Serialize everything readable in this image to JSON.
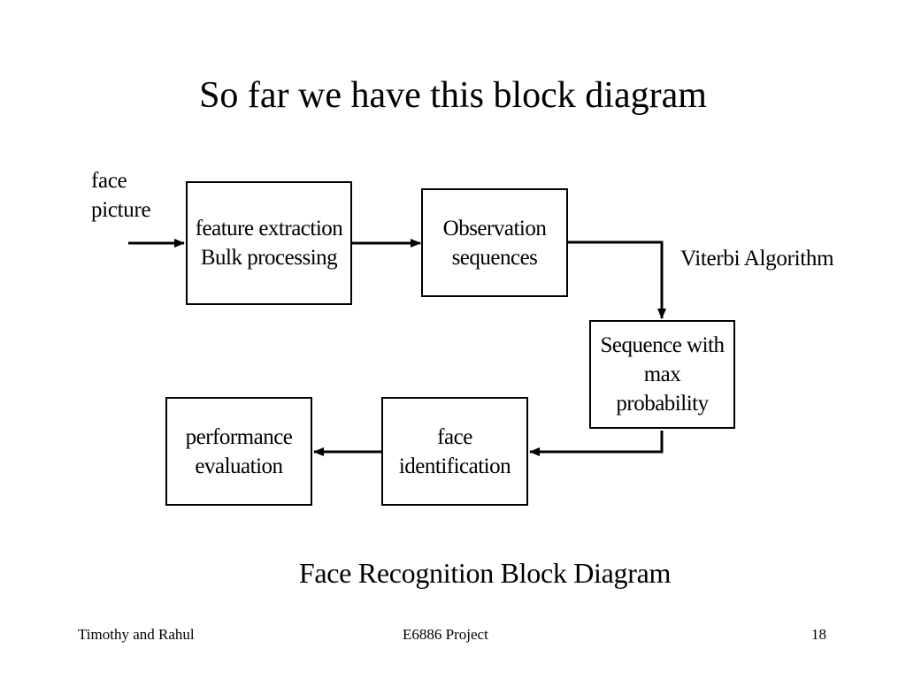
{
  "slide": {
    "title": "So far we have this block diagram",
    "caption": "Face Recognition Block Diagram"
  },
  "diagram": {
    "input_label": [
      "face",
      "picture"
    ],
    "edge_label": "Viterbi Algorithm",
    "boxes": {
      "feature_extraction": [
        "feature extraction",
        "Bulk processing"
      ],
      "observation_sequences": [
        "Observation",
        "sequences"
      ],
      "max_probability": [
        "Sequence with",
        "max",
        "probability"
      ],
      "face_identification": [
        "face",
        "identification"
      ],
      "performance_evaluation": [
        "performance",
        "evaluation"
      ]
    }
  },
  "footer": {
    "left": "Timothy and Rahul",
    "center": "E6886 Project",
    "right": "18"
  }
}
